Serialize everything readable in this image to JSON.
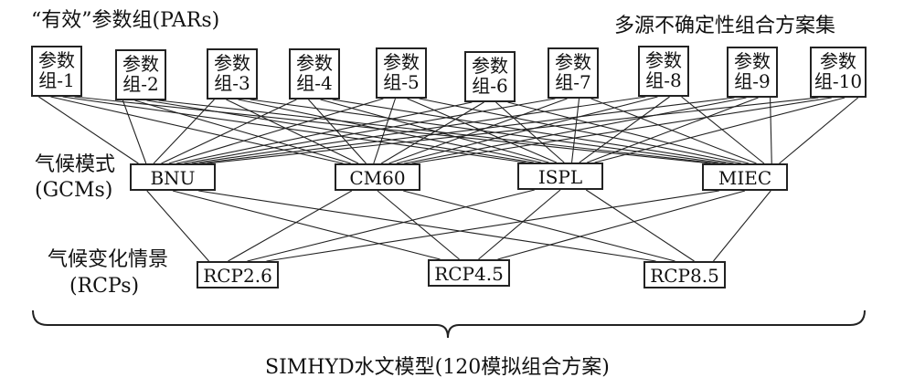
{
  "header": {
    "pars_title": "“有效”参数组(PARs)",
    "combo_title": "多源不确定性组合方案集"
  },
  "pars": [
    {
      "top": "参数",
      "bottom": "组-1"
    },
    {
      "top": "参数",
      "bottom": "组-2"
    },
    {
      "top": "参数",
      "bottom": "组-3"
    },
    {
      "top": "参数",
      "bottom": "组-4"
    },
    {
      "top": "参数",
      "bottom": "组-5"
    },
    {
      "top": "参数",
      "bottom": "组-6"
    },
    {
      "top": "参数",
      "bottom": "组-7"
    },
    {
      "top": "参数",
      "bottom": "组-8"
    },
    {
      "top": "参数",
      "bottom": "组-9"
    },
    {
      "top": "参数",
      "bottom": "组-10"
    }
  ],
  "gcm_section": {
    "label_line1": "气候模式",
    "label_line2": "(GCMs)"
  },
  "gcms": [
    "BNU",
    "CM60",
    "ISPL",
    "MIEC"
  ],
  "rcp_section": {
    "label_line1": "气候变化情景",
    "label_line2": "(RCPs)"
  },
  "rcps": [
    "RCP2.6",
    "RCP4.5",
    "RCP8.5"
  ],
  "footer": {
    "caption": "SIMHYD水文模型(120模拟组合方案)"
  }
}
